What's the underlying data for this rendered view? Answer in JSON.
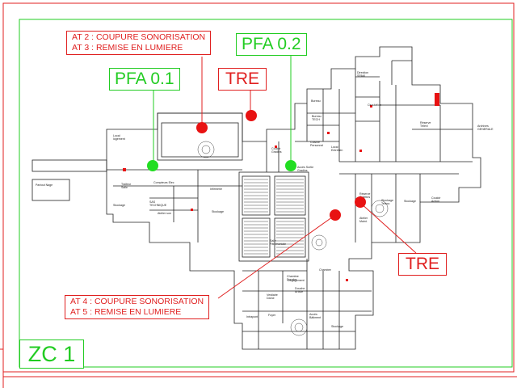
{
  "callouts": {
    "top": [
      "AT 2 : COUPURE SONORISATION",
      "AT 3 : REMISE EN LUMIERE"
    ],
    "bottom": [
      "AT 4 : COUPURE SONORISATION",
      "AT 5 : REMISE EN LUMIERE"
    ]
  },
  "tags": {
    "pfa_01": "PFA 0.1",
    "pfa_02": "PFA 0.2",
    "tre_top": "TRE",
    "tre_right": "TRE"
  },
  "zone": "ZC 1",
  "colors": {
    "alarm": "#e81212",
    "safe": "#22dd22",
    "frame_line": "#e02020",
    "zone_line": "#22cc22"
  },
  "room_labels": [
    "Local\nlogement",
    "Traiteur\nSalle",
    "Compteurs Elec",
    "Partout Nage",
    "SAS\nTECHNIQUE",
    "Stockage",
    "Atelier son",
    "Infirmerie",
    "Stockage",
    "Couloir\nGradins",
    "Accès Sortie\nGradins",
    "Vestiaire\nDame",
    "Dégagement",
    "Salle\nPatrimoniale",
    "Stockage\nTeleco",
    "Réserve\nToilettes",
    "Cuisine\nPersonnel",
    "Local\nEntretien",
    "Bureau",
    "Bureau\nTECH",
    "Direction\nSPAM",
    "Circulation",
    "Réserve\nTélévi",
    "Archives\nGENERALE",
    "Stockage",
    "Couloir\nAction",
    "Atelier\nMaint.",
    "Foyer",
    "Chambre\nDouche",
    "Chambre",
    "Douche\nArtiste",
    "Accès\nBâtiment",
    "Stockage",
    "Intrapont"
  ]
}
